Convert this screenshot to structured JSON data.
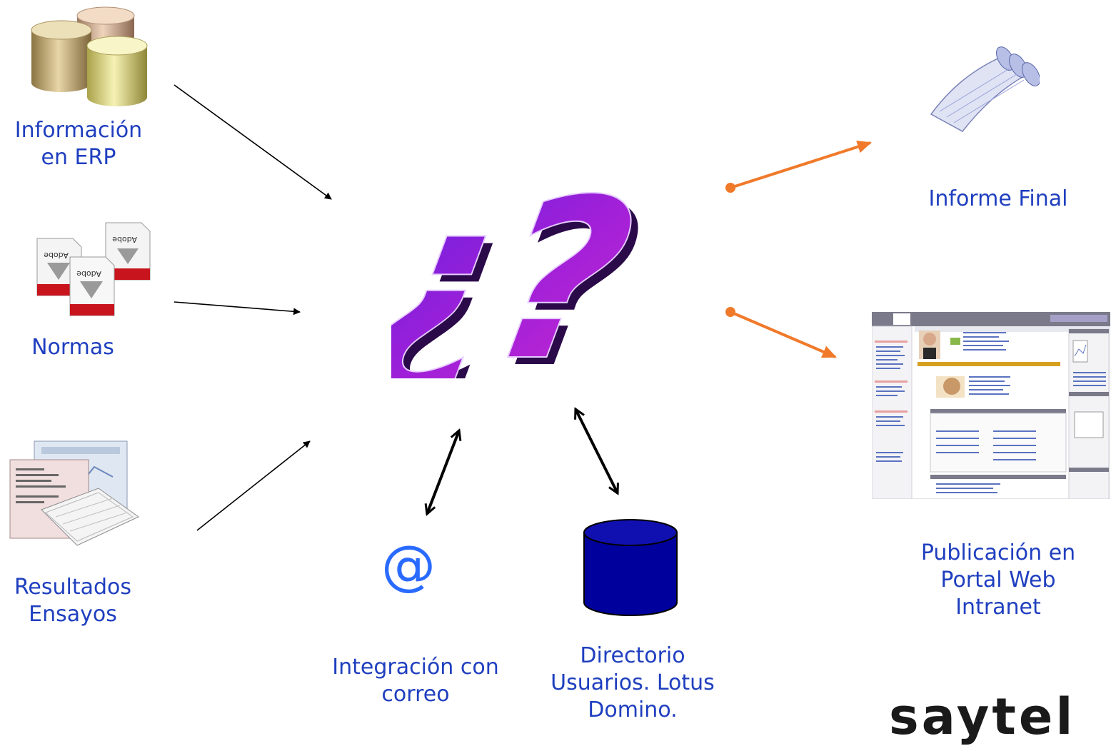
{
  "sources": {
    "erp_label": [
      "Información",
      "en ERP"
    ],
    "normas_label": [
      "Normas"
    ],
    "ensayos_label": [
      "Resultados",
      "Ensayos"
    ]
  },
  "outputs": {
    "informe_label": [
      "Informe Final"
    ],
    "portal_label": [
      "Publicación en",
      "Portal Web",
      "Intranet"
    ]
  },
  "integrations": {
    "correo_label": [
      "Integración con",
      "correo"
    ],
    "correo_symbol": "@",
    "directorio_label": [
      "Directorio",
      "Usuarios. Lotus",
      "Domino."
    ]
  },
  "center_logo": "¿?",
  "brand_text": "saytel",
  "colors": {
    "label_text": "#1f3fbf",
    "orange_arrow": "#f07a2a",
    "db_blue": "#00009c",
    "logo_purple": "#9a20d8"
  },
  "icons": [
    "database-cluster-icon",
    "pdf-documents-icon",
    "report-documents-icon",
    "rolled-paper-icon",
    "intranet-portal-screenshot",
    "database-cylinder-icon"
  ]
}
